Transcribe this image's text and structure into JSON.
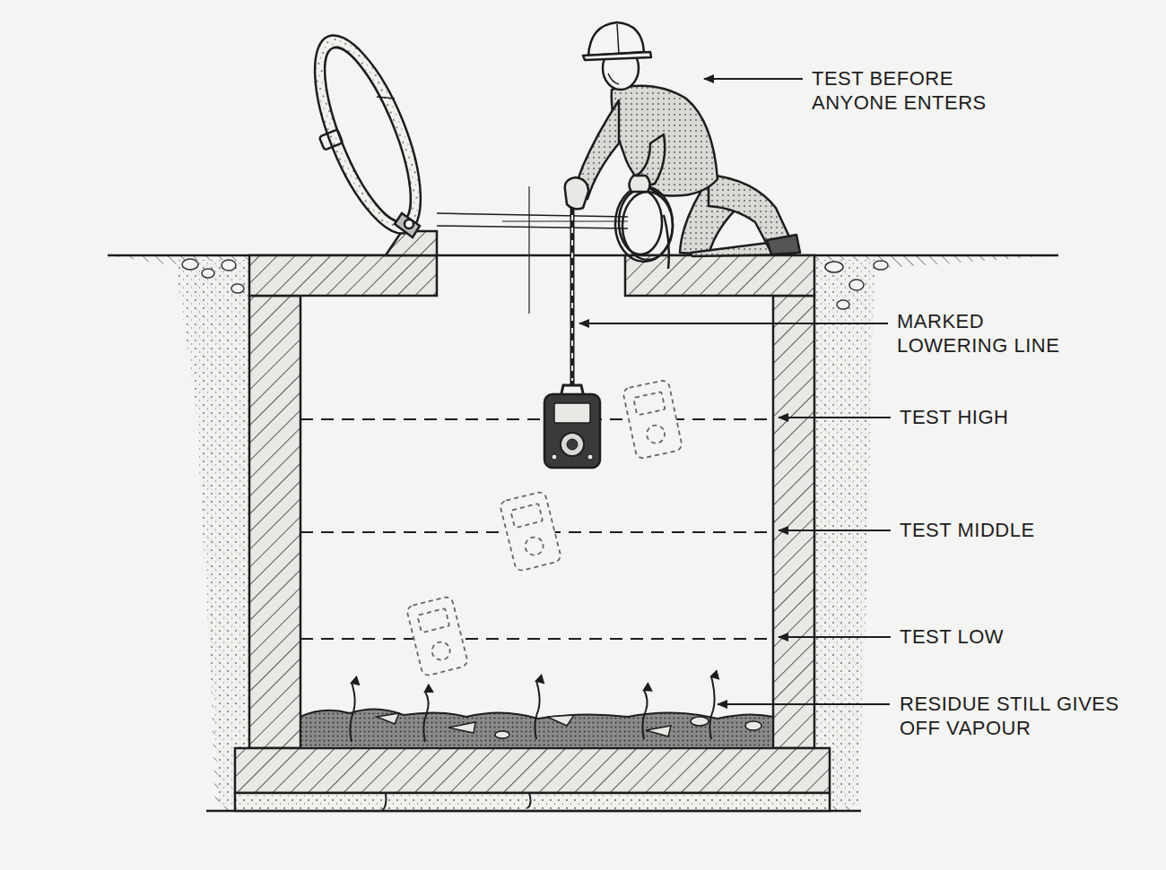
{
  "diagram": {
    "labels": [
      "TEST BEFORE ANYONE ENTERS",
      "MARKED LOWERING LINE",
      "TEST HIGH",
      "TEST MIDDLE",
      "TEST LOW",
      "RESIDUE STILL GIVES OFF VAPOUR"
    ]
  }
}
